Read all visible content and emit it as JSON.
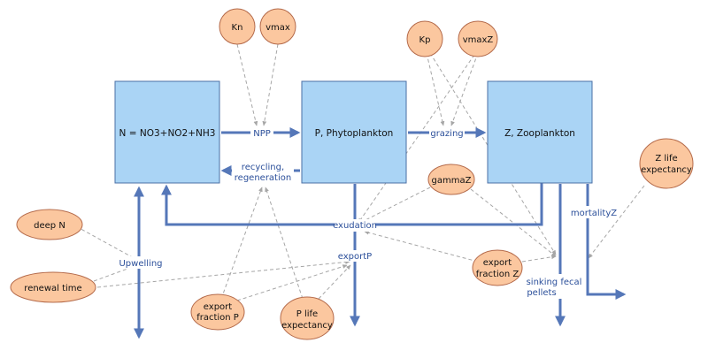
{
  "stocks": {
    "nutrients": "N = NO3+NO2+NH3",
    "phytoplankton": "P, Phytoplankton",
    "zooplankton": "Z, Zooplankton"
  },
  "flows": {
    "npp": "NPP",
    "grazing": "grazing",
    "recycling": [
      "recycling,",
      "regeneration"
    ],
    "exudation": "exudation",
    "upwelling": "Upwelling",
    "exportP": "exportP",
    "sinking_fecal_pellets": [
      "sinking fecal",
      "pellets"
    ],
    "mortalityZ": "mortalityZ"
  },
  "parameters": {
    "kn": "Kn",
    "vmax": "vmax",
    "kp": "Kp",
    "vmaxz": "vmaxZ",
    "gammaz": "gammaZ",
    "deep_n": "deep N",
    "renewal_time": "renewal time",
    "export_fraction_p": [
      "export",
      "fraction P"
    ],
    "p_life_expectancy": [
      "P life",
      "expectancy"
    ],
    "export_fraction_z": [
      "export",
      "fraction Z"
    ],
    "z_life_expectancy": [
      "Z life",
      "expectancy"
    ]
  },
  "colors": {
    "stock_fill": "#aad4f5",
    "parameter_fill": "#fbc79f",
    "flow": "#5577b8",
    "flow_label": "#2b4f9a",
    "connector": "#a6a6a6"
  }
}
